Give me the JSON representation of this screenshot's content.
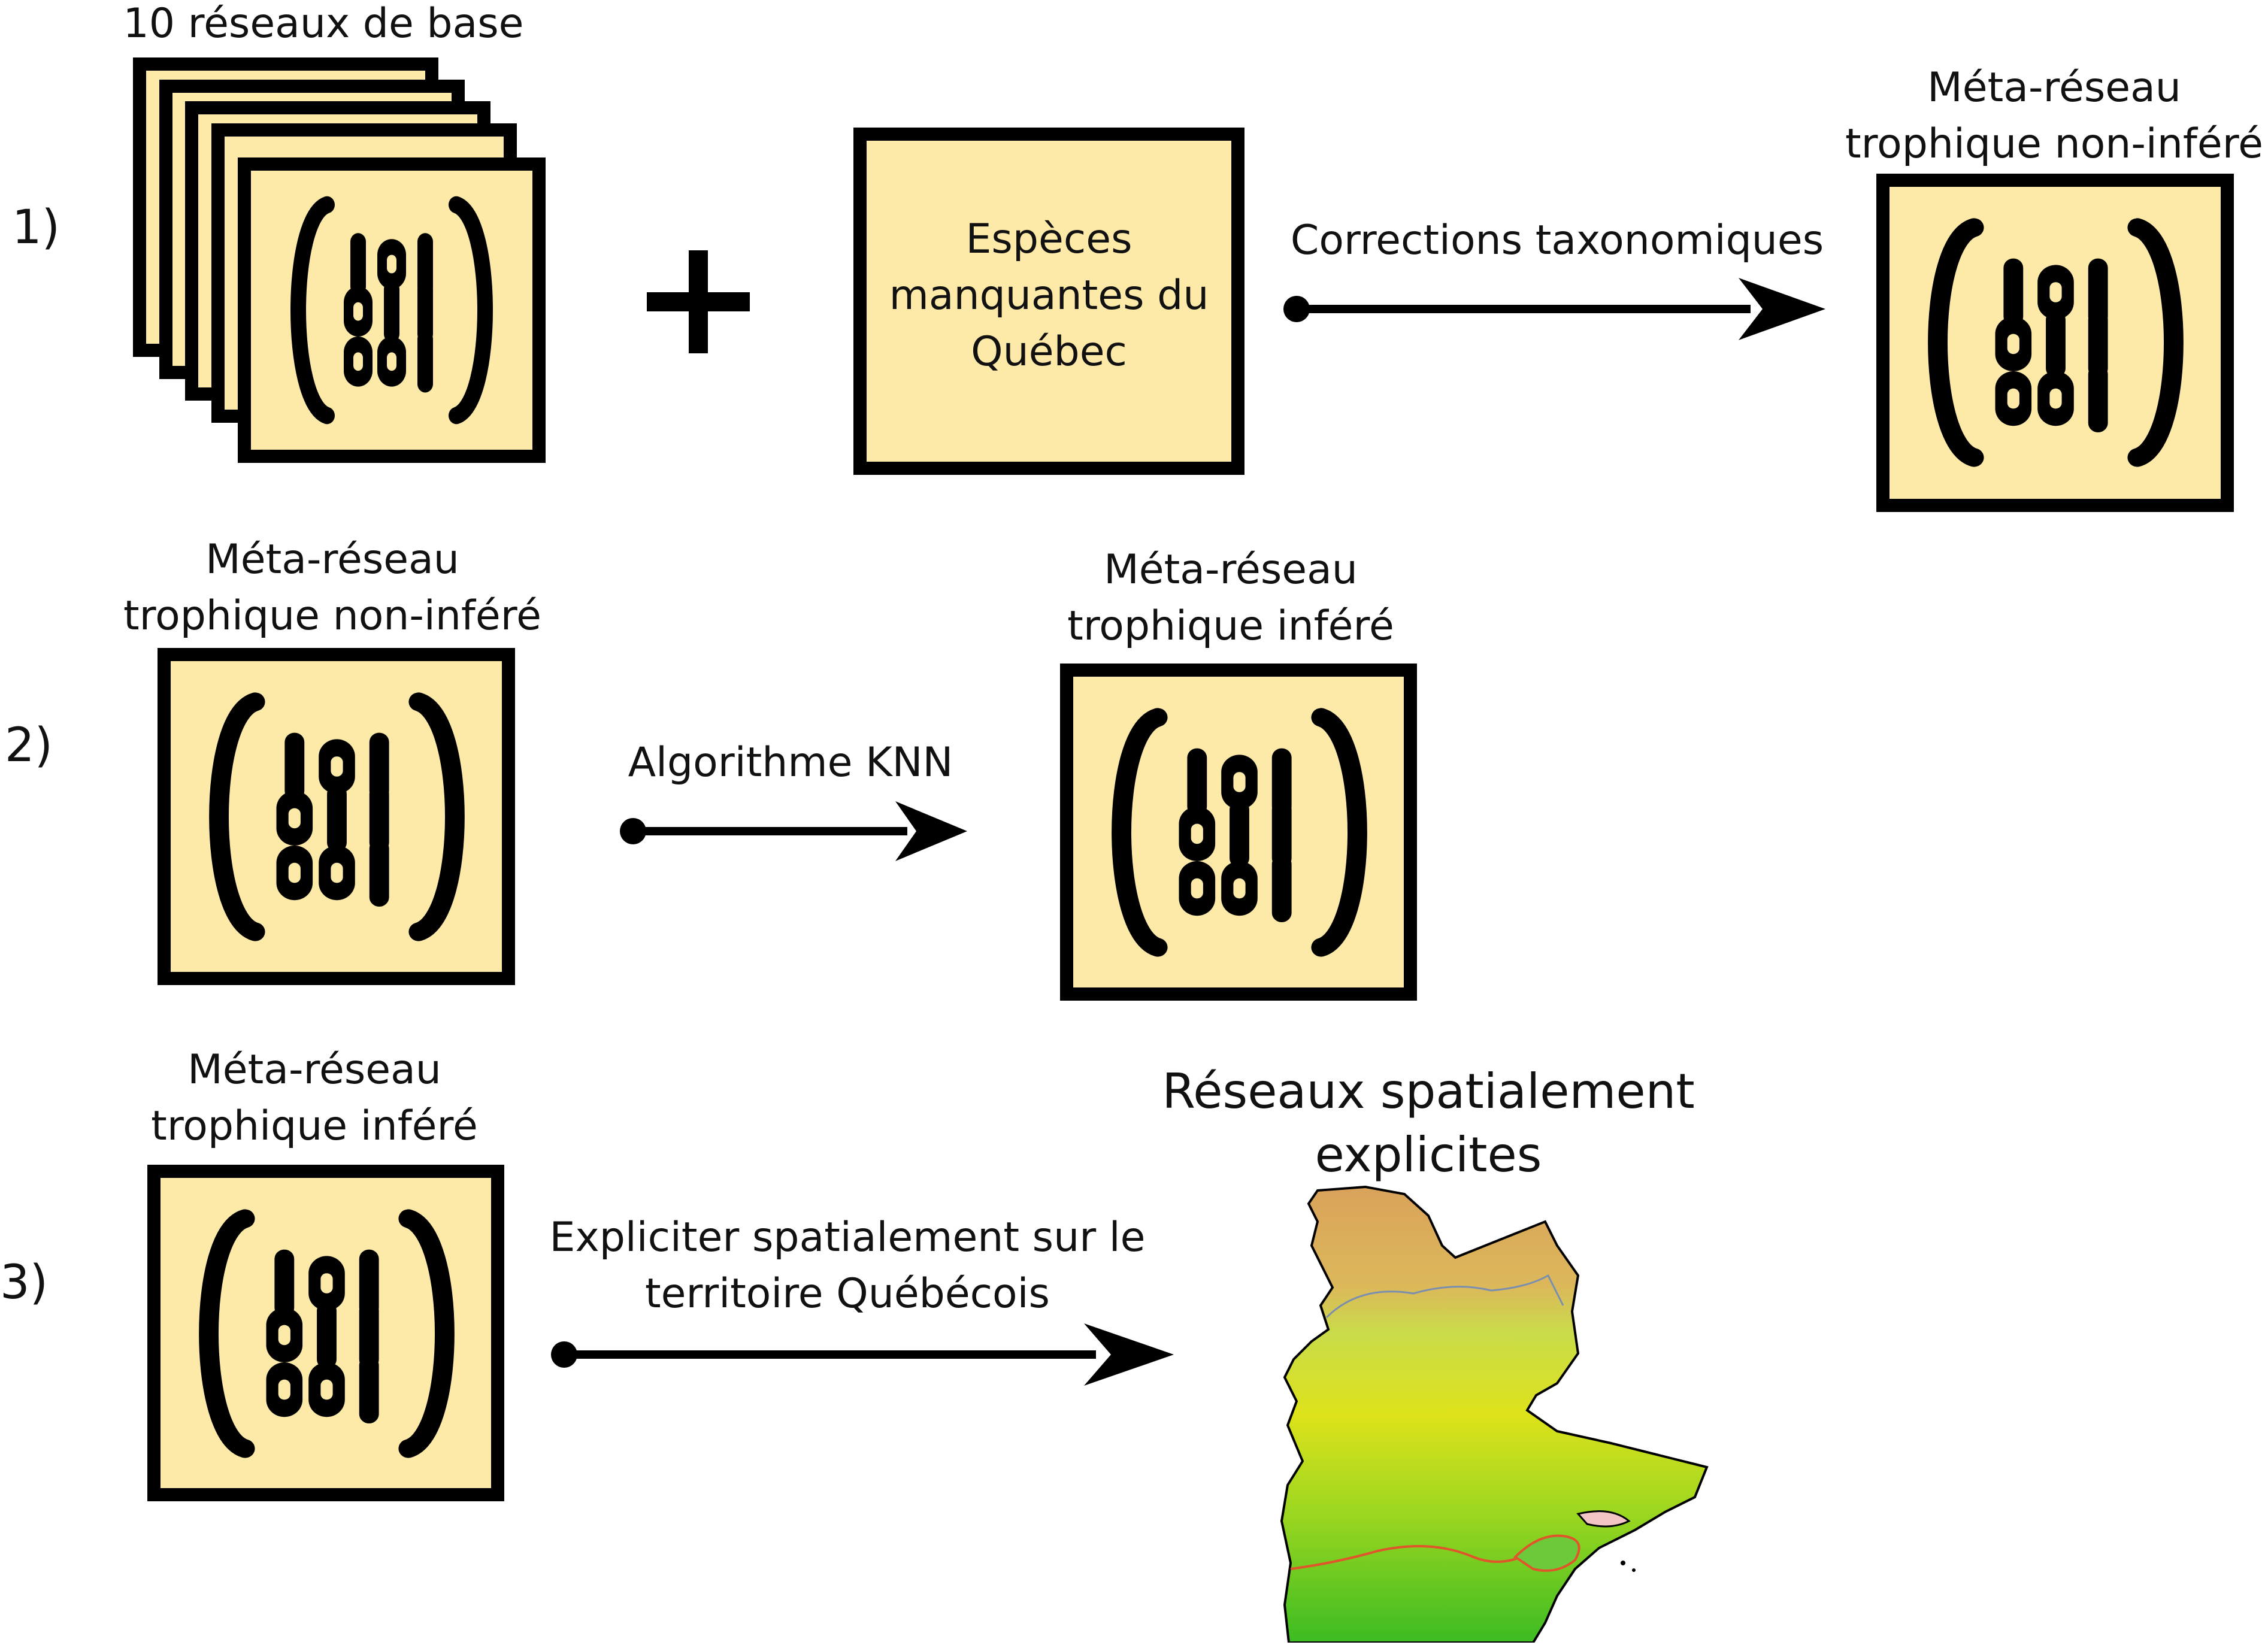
{
  "row1": {
    "step": "1)",
    "stack_label": "10 réseaux de base",
    "species_box": [
      "Espèces",
      "manquantes du",
      "Québec"
    ],
    "arrow_label": "Corrections taxonomiques",
    "result_title": [
      "Méta-réseau",
      "trophique non-inféré"
    ]
  },
  "row2": {
    "step": "2)",
    "input_title": [
      "Méta-réseau",
      "trophique non-inféré"
    ],
    "arrow_label": "Algorithme KNN",
    "result_title": [
      "Méta-réseau",
      "trophique inféré"
    ]
  },
  "row3": {
    "step": "3)",
    "input_title": [
      "Méta-réseau",
      "trophique inféré"
    ],
    "arrow_label": [
      "Expliciter spatialement sur le",
      "territoire Québécois"
    ],
    "result_title": [
      "Réseaux spatialement",
      "explicites"
    ]
  },
  "colors": {
    "box_fill": "#fde9a8",
    "stroke": "#000000",
    "map_north": "#d9a35a",
    "map_middle": "#dde21a",
    "map_south": "#4cc21e"
  },
  "icons": {
    "matrix": "binary-matrix-icon",
    "plus": "plus-icon",
    "arrow": "right-arrow-icon",
    "map": "quebec-map-image"
  }
}
